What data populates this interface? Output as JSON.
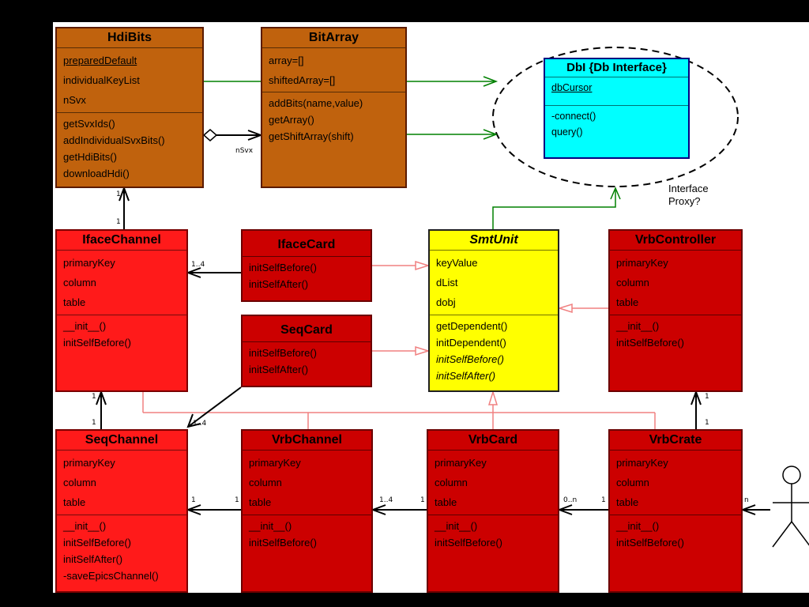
{
  "classes": {
    "hdibits": {
      "name": "HdiBits",
      "attributes": [
        "preparedDefault",
        "individualKeyList",
        "nSvx"
      ],
      "operations": [
        "getSvxIds()",
        "addIndividualSvxBits()",
        "getHdiBits()",
        "downloadHdi()"
      ]
    },
    "bitarray": {
      "name": "BitArray",
      "attributes": [
        "array=[]",
        "shiftedArray=[]"
      ],
      "operations": [
        "addBits(name,value)",
        "getArray()",
        "getShiftArray(shift)"
      ]
    },
    "dbi": {
      "name": "DbI {Db Interface}",
      "attributes": [
        "dbCursor"
      ],
      "operations": [
        "-connect()",
        "query()"
      ]
    },
    "ifacechannel": {
      "name": "IfaceChannel",
      "attributes": [
        "primaryKey",
        "column",
        "table"
      ],
      "operations": [
        "__init__()",
        "initSelfBefore()"
      ]
    },
    "ifacecard": {
      "name": "IfaceCard",
      "operations": [
        "initSelfBefore()",
        "initSelfAfter()"
      ]
    },
    "seqcard": {
      "name": "SeqCard",
      "operations": [
        "initSelfBefore()",
        "initSelfAfter()"
      ]
    },
    "smtunit": {
      "name": "SmtUnit",
      "attributes": [
        "keyValue",
        "dList",
        "dobj"
      ],
      "operations": [
        "getDependent()",
        "initDependent()",
        "initSelfBefore()",
        "initSelfAfter()"
      ]
    },
    "vrbcontroller": {
      "name": "VrbController",
      "attributes": [
        "primaryKey",
        "column",
        "table"
      ],
      "operations": [
        "__init__()",
        "initSelfBefore()"
      ]
    },
    "seqchannel": {
      "name": "SeqChannel",
      "attributes": [
        "primaryKey",
        "column",
        "table"
      ],
      "operations": [
        "__init__()",
        "initSelfBefore()",
        "initSelfAfter()",
        "-saveEpicsChannel()"
      ]
    },
    "vrbchannel": {
      "name": "VrbChannel",
      "attributes": [
        "primaryKey",
        "column",
        "table"
      ],
      "operations": [
        "__init__()",
        "initSelfBefore()"
      ]
    },
    "vrbcard": {
      "name": "VrbCard",
      "attributes": [
        "primaryKey",
        "column",
        "table"
      ],
      "operations": [
        "__init__()",
        "initSelfBefore()"
      ]
    },
    "vrbcrate": {
      "name": "VrbCrate",
      "attributes": [
        "primaryKey",
        "column",
        "table"
      ],
      "operations": [
        "__init__()",
        "initSelfBefore()"
      ]
    }
  },
  "labels": {
    "nsvx": "nSvx",
    "hdi_one_a": "1",
    "hdi_one_b": "1",
    "iface_1_4": "1..4",
    "ifch_one_a": "1",
    "ifch_one_b": "1",
    "seq_1_4": "1..4",
    "seqch_one": "1",
    "vrbch_one": "1",
    "vrbch_1_4": "1..4",
    "vrbcard_one": "1",
    "vrbcard_0n": "0..n",
    "vrbcrate_one": "1",
    "vrbcrate_n": "n",
    "vrbctrl_one_a": "1",
    "vrbctrl_one_b": "1"
  },
  "note": {
    "line1": "Interface",
    "line2": "Proxy?"
  },
  "colors": {
    "brown": "#c0620d",
    "red": "#ff1a1a",
    "dark_red": "#cc0000",
    "yellow": "#ffff00",
    "cyan": "#00ffff",
    "green_link": "#008000",
    "pink_link": "#f08080"
  }
}
